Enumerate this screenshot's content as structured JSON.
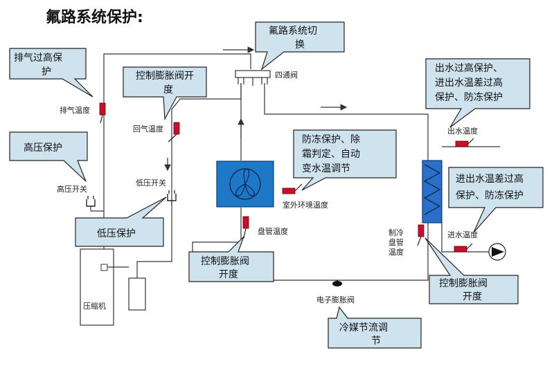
{
  "title": "氟路系统保护:",
  "components": {
    "compressor": "压缩机",
    "four_way_valve": "四通阀",
    "expansion_valve": "电子膨胀阀",
    "high_pressure_switch": "高压开关",
    "low_pressure_switch": "低压开关"
  },
  "sensors": {
    "discharge_temp": "排气温度",
    "return_gas_temp": "回气温度",
    "outdoor_ambient_temp": "室外环境温度",
    "coil_temp": "盘管温度",
    "outlet_water_temp": "出水温度",
    "inlet_water_temp": "进水温度",
    "cooling_coil_temp": [
      "制冷",
      "盘管",
      "温度"
    ]
  },
  "callouts": {
    "discharge_protect": [
      "排气过高保",
      "护"
    ],
    "expansion_open_top": [
      "控制膨胀阀开",
      "度"
    ],
    "fluorine_switch": [
      "氟路系统切",
      "换"
    ],
    "outlet_protect": [
      "出水过高保护、",
      "进出水温差过高",
      "保护、防冻保护"
    ],
    "high_pressure_protect": [
      "高压保护"
    ],
    "defrost": [
      "防冻保护、除",
      "霜判定、自动",
      "变水温调节"
    ],
    "temp_diff_protect": [
      "进出水温差过高",
      "保护、防冻保护"
    ],
    "low_pressure_protect": [
      "低压保护"
    ],
    "expansion_open_mid": [
      "控制膨胀阀",
      "开度"
    ],
    "expansion_open_right": [
      "控制膨胀阀",
      "开度"
    ],
    "refrigerant_throttle": [
      "冷媒节流调",
      "节"
    ]
  },
  "colors": {
    "bubble_fill": "#cfe3ee",
    "fan_unit": "#1e78c8",
    "sensor": "#c8102e",
    "heat_exchanger": "#2a6fc9"
  }
}
